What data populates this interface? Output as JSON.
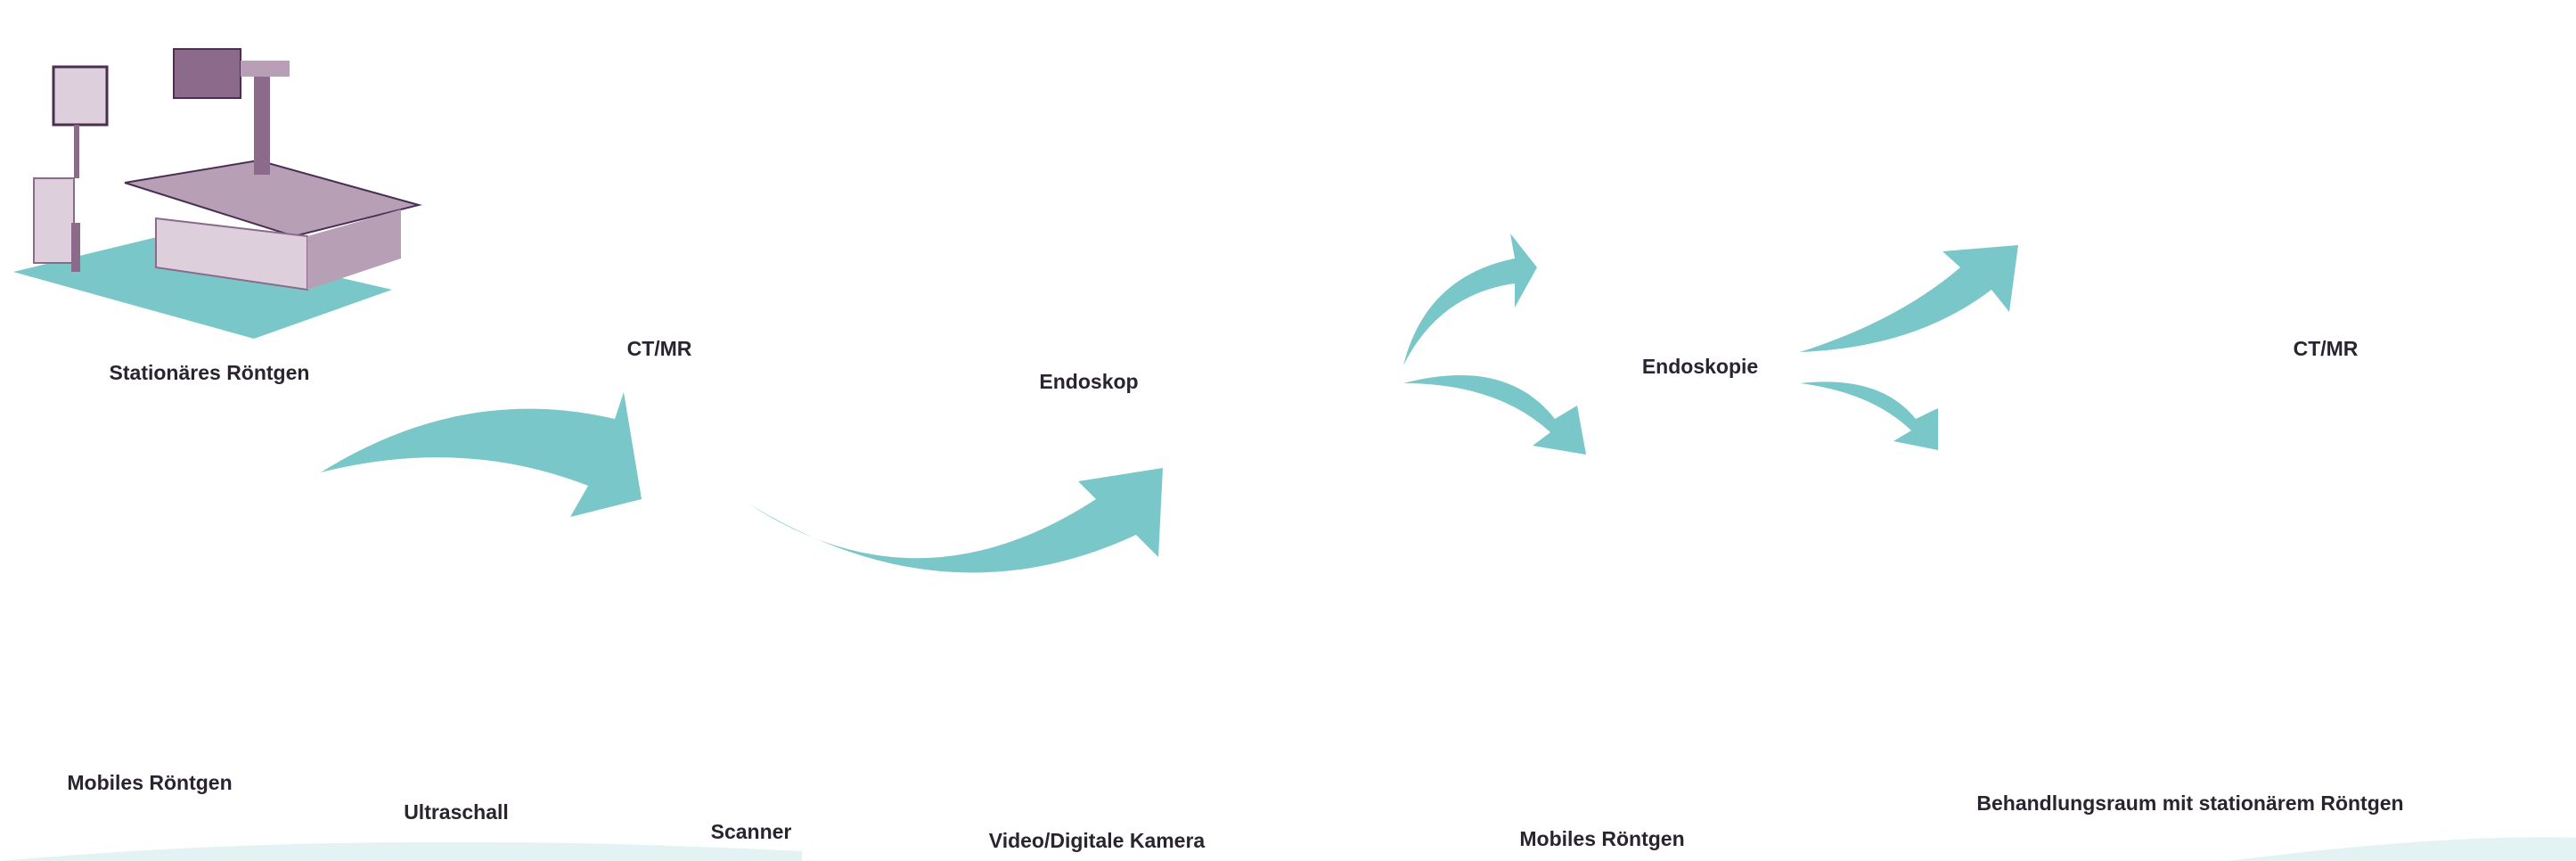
{
  "colors": {
    "accent_teal": "#7ac7c9",
    "purple_dark": "#4a2f52",
    "purple_mid": "#8b6a8c",
    "purple_light": "#b79fb6",
    "purple_pale": "#ddd0dc",
    "label": "#2a2430"
  },
  "devices": {
    "stationary_xray": {
      "label": "Stationäres Röntgen",
      "icon": "xray-table-icon"
    },
    "ct_mr": {
      "label": "CT/MR",
      "icon": "ct-scanner-icon"
    },
    "endoscope": {
      "label": "Endoskop",
      "icon": "endoscope-rack-icon"
    },
    "mobile_xray": {
      "label": "Mobiles Röntgen",
      "icon": "mobile-xray-cart-icon"
    },
    "ultrasound": {
      "label": "Ultraschall",
      "icon": "ultrasound-machine-icon"
    },
    "scanner": {
      "label": "Scanner",
      "icon": "flatbed-scanner-icon"
    },
    "camera": {
      "label": "Video/Digitale Kamera",
      "icon": "camera-icon"
    }
  },
  "scenes": {
    "endoscopy": {
      "label": "Endoskopie",
      "icon": "endoscopy-exam-icon"
    },
    "ct_mr_scene": {
      "label": "CT/MR",
      "icon": "ct-exam-icon"
    },
    "mobile_xray_scene": {
      "label": "Mobiles Röntgen",
      "icon": "horse-xray-icon"
    },
    "treatment_room": {
      "label": "Behandlungsraum mit stationärem Röntgen",
      "icon": "treatment-room-xray-icon"
    }
  }
}
